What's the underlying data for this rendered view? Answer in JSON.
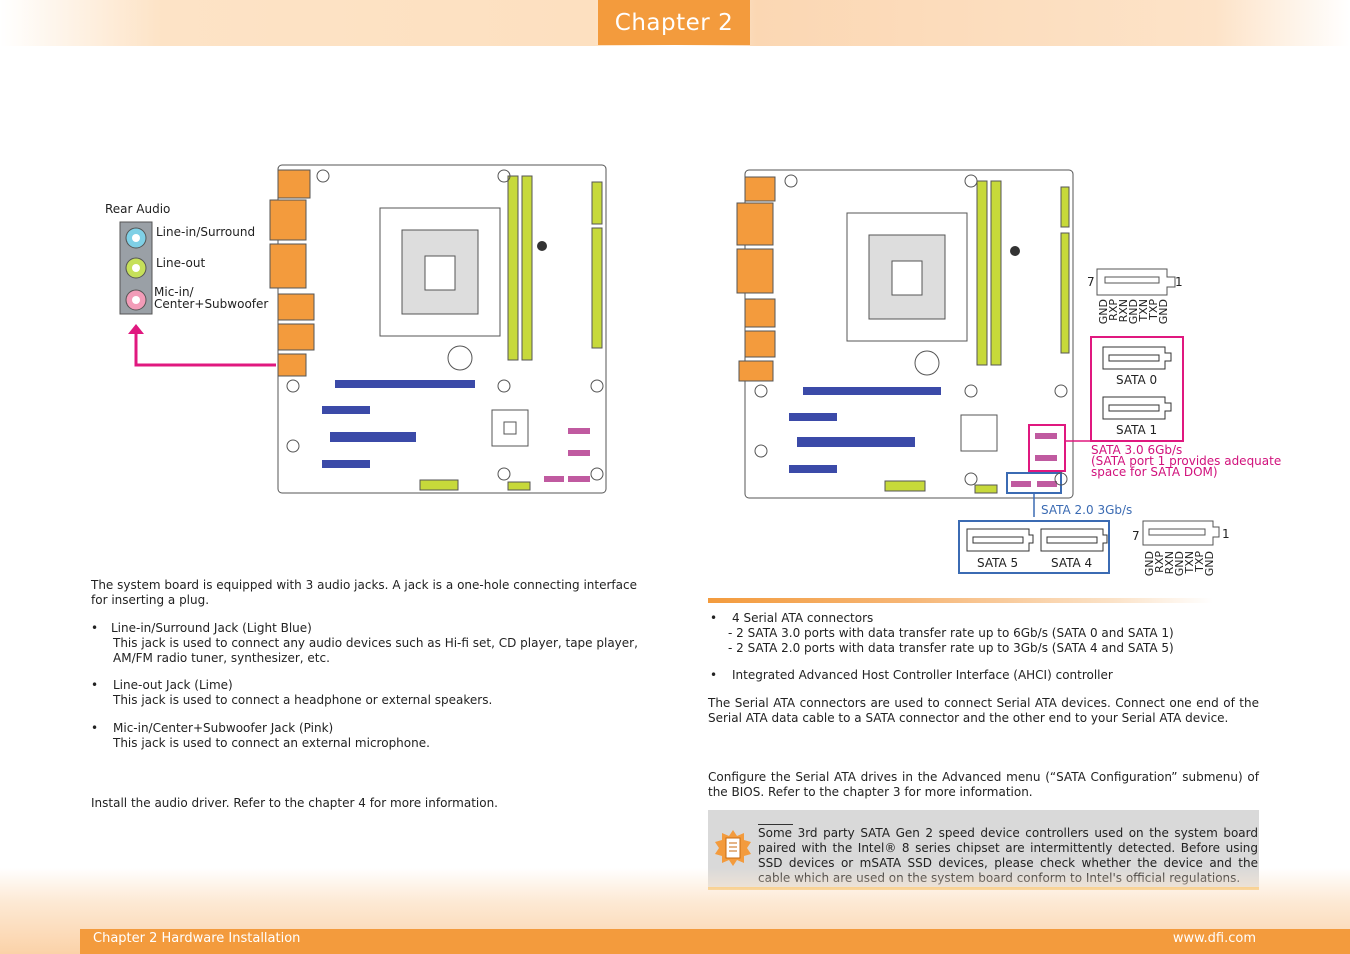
{
  "header": {
    "chapter_tab": "Chapter 2"
  },
  "left_figure": {
    "rear_audio_label": "Rear Audio",
    "jacks": [
      {
        "label": "Line-in/Surround",
        "color": "#7fd0e6"
      },
      {
        "label": "Line-out",
        "color": "#c6e05a"
      },
      {
        "label_line1": "Mic-in/",
        "label_line2": "Center+Subwoofer",
        "color": "#f29cb8"
      }
    ],
    "arrow_color": "#e0187f"
  },
  "right_figure": {
    "pin_numbers": {
      "left": "7",
      "right": "1"
    },
    "pin_names": [
      "GND",
      "RXP",
      "RXN",
      "GND",
      "TXN",
      "TXP",
      "GND"
    ],
    "sata0": "SATA 0",
    "sata1": "SATA 1",
    "sata3_label": "SATA 3.0 6Gb/s",
    "sata3_note_line1": "(SATA port 1 provides adequate",
    "sata3_note_line2": "space for SATA DOM)",
    "sata2_label": "SATA 2.0 3Gb/s",
    "sata5": "SATA 5",
    "sata4": "SATA 4",
    "pink": "#e0187f",
    "blue": "#3b6bb3"
  },
  "left_text": {
    "intro": "The system board is equipped with 3 audio jacks. A jack is a one-hole connecting interface for inserting a plug.",
    "items": [
      {
        "title": "Line-in/Surround Jack (Light Blue)",
        "desc_line1": "This jack is used to connect any audio devices such as Hi-fi set, CD player, tape player,",
        "desc_line2": "AM/FM radio tuner, synthesizer, etc."
      },
      {
        "title": "Line-out Jack (Lime)",
        "desc_line1": "This jack is used to connect a headphone or external speakers."
      },
      {
        "title": "Mic-in/Center+Subwoofer Jack (Pink)",
        "desc_line1": "This jack is used to connect an external microphone."
      }
    ],
    "driver": "Install the audio driver. Refer to the chapter 4 for more information."
  },
  "right_text": {
    "bullet1": "4 Serial ATA connectors",
    "bullet1_sub1": "- 2 SATA 3.0 ports with data transfer rate up to 6Gb/s (SATA 0 and SATA 1)",
    "bullet1_sub2": "- 2 SATA 2.0 ports with data transfer rate up to 3Gb/s (SATA 4 and SATA 5)",
    "bullet2": "Integrated Advanced Host Controller Interface (AHCI) controller",
    "para1": "The Serial ATA connectors are used to connect Serial ATA devices. Connect one end of the Serial ATA data cable to a SATA connector and the other end to your Serial ATA device.",
    "para2": "Configure the Serial ATA drives in the Advanced menu (“SATA Configuration” submenu) of the BIOS. Refer to the chapter 3 for more information.",
    "note": "Some 3rd party SATA Gen 2 speed device controllers used on the system board paired with the Intel® 8 series chipset are intermittently detected. Before using SSD devices or mSATA SSD devices, please check whether the device and the cable which are used on the system board conform to Intel's official regulations."
  },
  "footer": {
    "left": "Chapter 2 Hardware Installation",
    "right": "www.dfi.com"
  },
  "colors": {
    "accent_orange": "#f39b3d",
    "slot_lime": "#c7d93a",
    "slot_blue": "#3b4aa8"
  }
}
